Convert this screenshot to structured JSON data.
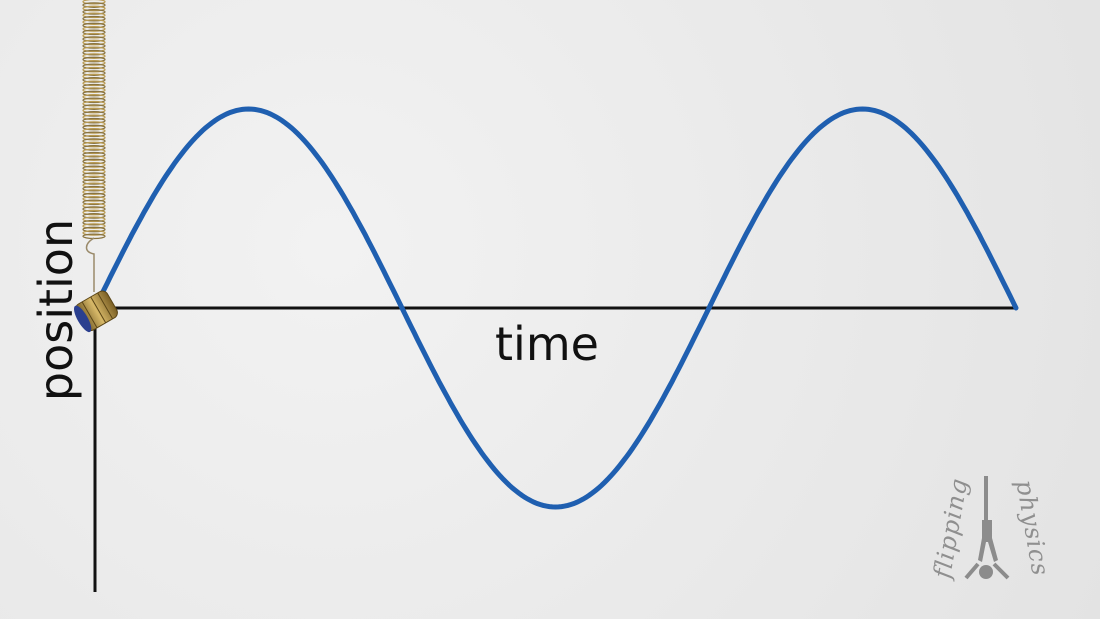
{
  "labels": {
    "x_axis": "time",
    "y_axis": "position"
  },
  "logo": {
    "word1": "flipping",
    "word2": "physics"
  },
  "colors": {
    "curve": "#1f5fb0",
    "axes": "#111111",
    "spring": "#b89a52",
    "mass": "#a78436"
  },
  "chart_data": {
    "type": "line",
    "function": "sine",
    "cycles": 1.5,
    "amplitude": 1,
    "phase": 0,
    "xlabel": "time",
    "ylabel": "position"
  }
}
